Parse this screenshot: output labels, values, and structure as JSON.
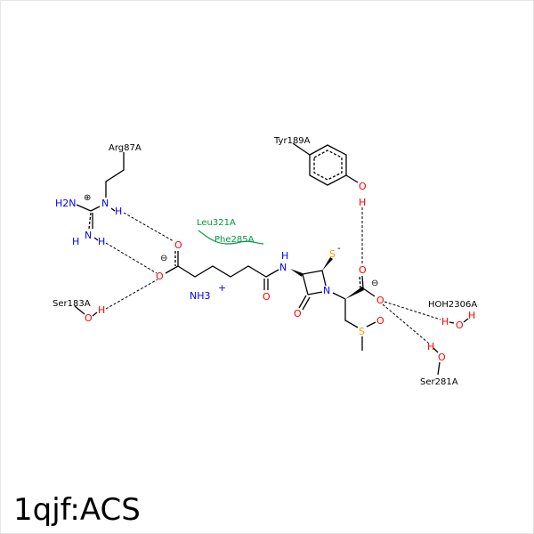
{
  "title": "1qjf:ACS",
  "residues": {
    "arg": "Arg87A",
    "ser183": "Ser183A",
    "leu": "Leu321A",
    "phe": "Phe285A",
    "tyr": "Tyr189A",
    "water": "HOH2306A",
    "ser281": "Ser281A"
  },
  "atoms": {
    "h2n": "H2N",
    "n": "N",
    "h": "H",
    "o": "O",
    "s": "S",
    "nh3": "NH3",
    "plus": "+",
    "minus": "⊖",
    "cplus": "⊕",
    "sminus": "-"
  },
  "colors": {
    "nitrogen": "#0000ff",
    "oxygen": "#ff0000",
    "sulfur": "#e6a000",
    "hydrophobic": "#009a3e"
  }
}
